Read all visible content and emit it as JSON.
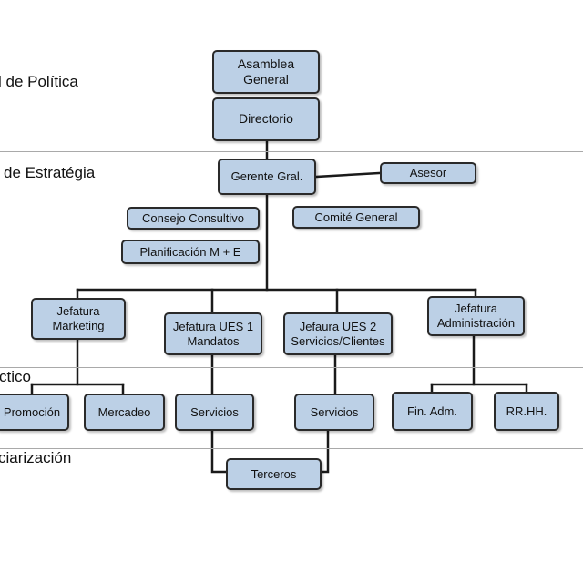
{
  "level_labels": {
    "politica": "l de Política",
    "estrategia": "de Estratégia",
    "tactico": "ctico",
    "comercializacion": "ciarización"
  },
  "nodes": {
    "asamblea": "Asamblea\nGeneral",
    "directorio": "Directorio",
    "gerente": "Gerente Gral.",
    "asesor": "Asesor",
    "consejo": "Consejo Consultivo",
    "comite": "Comité General",
    "planificacion": "Planificación M + E",
    "jef_marketing": "Jefatura\nMarketing",
    "jef_ues1": "Jefatura UES 1\nMandatos",
    "jef_ues2": "Jefaura UES 2\nServicios/Clientes",
    "jef_admin": "Jefatura\nAdministración",
    "promocion": "Promoción",
    "mercadeo": "Mercadeo",
    "servicios1": "Servicios",
    "servicios2": "Servicios",
    "fin_adm": "Fin. Adm.",
    "rrhh": "RR.HH.",
    "terceros": "Terceros"
  },
  "colors": {
    "box_fill": "#bcd0e6",
    "box_border": "#2a2a2a",
    "line": "#1a1a1a",
    "separator": "#a9a9a9"
  }
}
